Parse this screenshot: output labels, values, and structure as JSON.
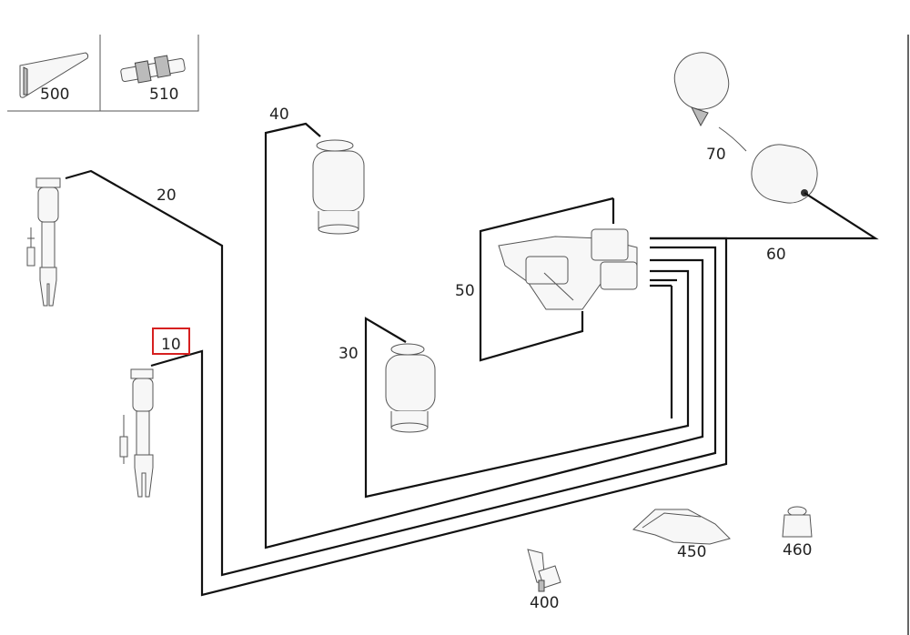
{
  "parts": [
    {
      "id": "p500",
      "label": "500"
    },
    {
      "id": "p510",
      "label": "510"
    },
    {
      "id": "p40",
      "label": "40"
    },
    {
      "id": "p20",
      "label": "20"
    },
    {
      "id": "p70",
      "label": "70"
    },
    {
      "id": "p60",
      "label": "60"
    },
    {
      "id": "p50",
      "label": "50"
    },
    {
      "id": "p10",
      "label": "10"
    },
    {
      "id": "p30",
      "label": "30"
    },
    {
      "id": "p450",
      "label": "450"
    },
    {
      "id": "p460",
      "label": "460"
    },
    {
      "id": "p400",
      "label": "400"
    }
  ],
  "highlight": {
    "part": "10",
    "color": "#d62020"
  }
}
